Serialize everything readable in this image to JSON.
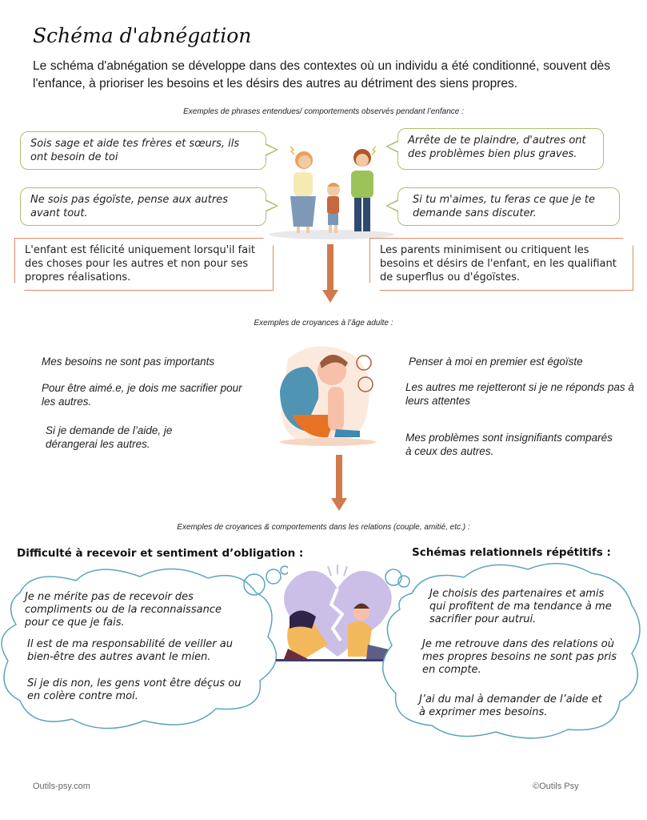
{
  "title": "Schéma d'abnégation",
  "intro": "Le schéma d'abnégation se développe dans des contextes où un individu a été conditionné, souvent dès l'enfance, à prioriser les besoins et les désirs des autres au détriment des siens propres.",
  "childhood": {
    "caption": "Exemples de phrases entendues/ comportements observés pendant l’enfance :",
    "left_quotes": [
      "Sois sage et aide tes frères et sœurs, ils ont besoin de toi",
      "Ne sois pas égoïste, pense aux autres avant tout."
    ],
    "right_quotes": [
      "Arrête de te plaindre, d'autres ont des problèmes bien plus graves.",
      "Si tu m'aimes, tu feras ce que je te demande sans discuter."
    ],
    "left_behavior": "L'enfant est félicité uniquement lorsqu'il fait des choses pour les autres et non pour ses propres réalisations.",
    "right_behavior": "Les parents minimisent ou critiquent les besoins et désirs de l'enfant, en les qualifiant de superflus ou d'égoïstes."
  },
  "adult": {
    "caption": "Exemples de croyances à l’âge adulte :",
    "left_beliefs": [
      "Mes besoins ne sont pas importants",
      "Pour être aimé.e, je dois me sacrifier pour les autres.",
      "Si je demande de l’aide, je dérangerai les autres."
    ],
    "right_beliefs": [
      "Penser à moi en premier est égoïste",
      "Les autres me rejetteront si je ne réponds pas à leurs attentes",
      "Mes problèmes sont insignifiants comparés à ceux des autres."
    ]
  },
  "relations": {
    "caption": "Exemples de croyances & comportements dans les relations (couple, amitié, etc.) :",
    "left_heading": "Difficulté à recevoir et sentiment d’obligation :",
    "left_items": [
      "Je ne mérite pas de recevoir des compliments ou de la reconnaissance pour ce que je fais.",
      "Il est de ma responsabilité de veiller au bien-être des autres avant le mien.",
      "Si je dis non, les gens vont être déçus ou en colère contre moi."
    ],
    "right_heading": "Schémas relationnels répétitifs :",
    "right_items": [
      "Je choisis des partenaires et amis qui profitent de ma tendance à me sacrifier pour autrui.",
      "Je me retrouve dans des relations où mes propres besoins ne sont pas pris en compte.",
      "J’ai du mal à demander de l’aide et à exprimer mes besoins."
    ]
  },
  "footer": {
    "left": "Outils-psy.com",
    "right": "©Outils Psy"
  },
  "colors": {
    "green_border": "#a9c26a",
    "orange_border": "#d98b63",
    "arrow": "#cf7b4b",
    "cloud": "#5aa5c0"
  }
}
